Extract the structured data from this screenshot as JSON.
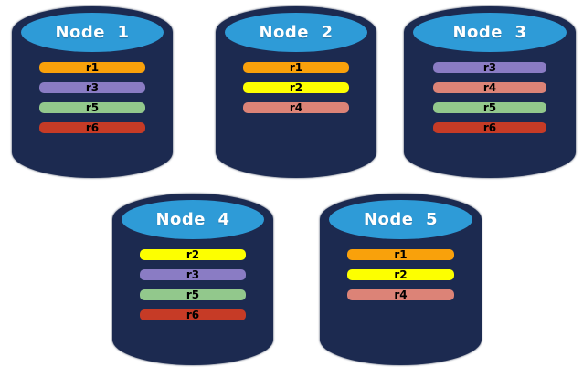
{
  "colors": {
    "background": "#FFFFFF",
    "cylinder_body": "#1C2A50",
    "cylinder_outline": "#101C3A",
    "cylinder_top": "#2E9BD7",
    "title_text": "#FFFFFF",
    "replica_text": "#000000",
    "replicas": {
      "r1": "#F9A10B",
      "r2": "#FDFF00",
      "r3": "#8A7CC4",
      "r4": "#DC8377",
      "r5": "#92C88C",
      "r6": "#C63B26"
    }
  },
  "nodes": [
    {
      "label": "Node  1",
      "replicas": [
        "r1",
        "r3",
        "r5",
        "r6"
      ]
    },
    {
      "label": "Node  2",
      "replicas": [
        "r1",
        "r2",
        "r4"
      ]
    },
    {
      "label": "Node  3",
      "replicas": [
        "r3",
        "r4",
        "r5",
        "r6"
      ]
    },
    {
      "label": "Node  4",
      "replicas": [
        "r2",
        "r3",
        "r5",
        "r6"
      ]
    },
    {
      "label": "Node  5",
      "replicas": [
        "r1",
        "r2",
        "r4"
      ]
    }
  ]
}
